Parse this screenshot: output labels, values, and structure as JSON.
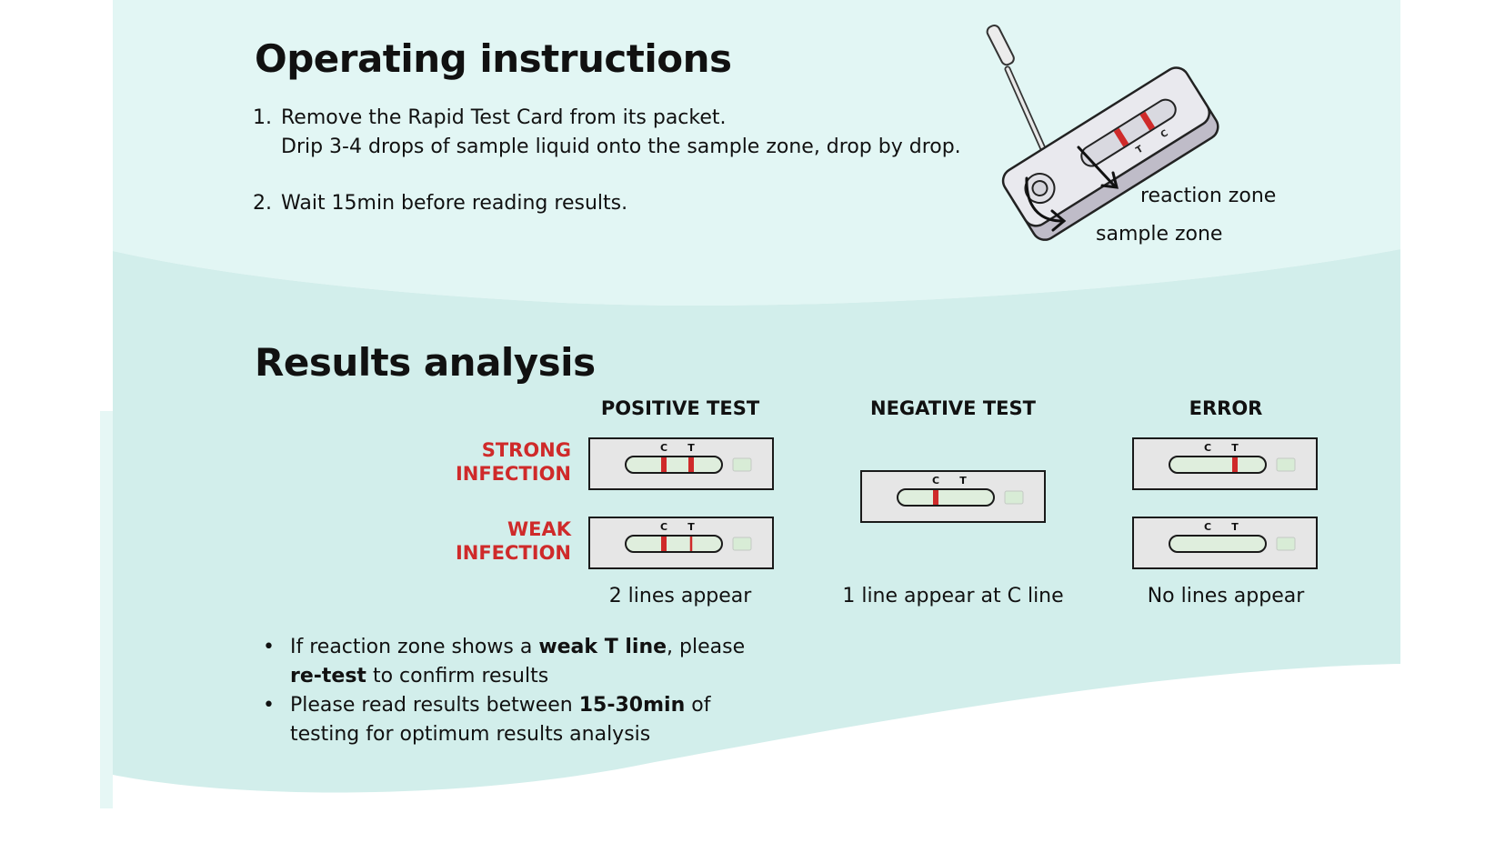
{
  "colors": {
    "panel_top": "#e2f6f4",
    "panel_bottom": "#d2eeeb",
    "accent_red": "#cf2a2a",
    "text": "#111111"
  },
  "instructions": {
    "title": "Operating instructions",
    "steps": [
      {
        "number": "1.",
        "line1": "Remove the Rapid Test Card from its packet.",
        "line2": "Drip 3-4 drops of sample liquid onto the sample zone, drop by drop."
      },
      {
        "number": "2.",
        "line1": "Wait 15min before reading results."
      }
    ],
    "diagram": {
      "reaction_zone_label": "reaction zone",
      "sample_zone_label": "sample zone",
      "strip_marks": [
        "C",
        "T"
      ]
    }
  },
  "results": {
    "title": "Results analysis",
    "columns": [
      {
        "heading": "POSITIVE TEST",
        "caption": "2 lines appear"
      },
      {
        "heading": "NEGATIVE TEST",
        "caption": "1 line appear at C line"
      },
      {
        "heading": "ERROR",
        "caption": "No lines appear"
      }
    ],
    "row_labels": {
      "strong": {
        "line1": "STRONG",
        "line2": "INFECTION"
      },
      "weak": {
        "line1": "WEAK",
        "line2": "INFECTION"
      }
    },
    "cassette_marks": {
      "c": "C",
      "t": "T"
    },
    "cassettes": [
      {
        "name": "positive-strong",
        "c_line": "strong",
        "t_line": "strong"
      },
      {
        "name": "positive-weak",
        "c_line": "strong",
        "t_line": "faint"
      },
      {
        "name": "negative",
        "c_line": "strong",
        "t_line": "none"
      },
      {
        "name": "error-t-only",
        "c_line": "none",
        "t_line": "strong"
      },
      {
        "name": "error-no-lines",
        "c_line": "none",
        "t_line": "none"
      }
    ]
  },
  "notes": [
    {
      "parts": [
        {
          "text": "If reaction zone shows a ",
          "bold": false
        },
        {
          "text": "weak T line",
          "bold": true
        },
        {
          "text": ", please ",
          "bold": false
        },
        {
          "text": "re-test",
          "bold": true
        },
        {
          "text": " to confirm results",
          "bold": false
        }
      ]
    },
    {
      "parts": [
        {
          "text": "Please read results between ",
          "bold": false
        },
        {
          "text": "15-30min",
          "bold": true
        },
        {
          "text": " of testing for optimum results analysis",
          "bold": false
        }
      ]
    }
  ]
}
